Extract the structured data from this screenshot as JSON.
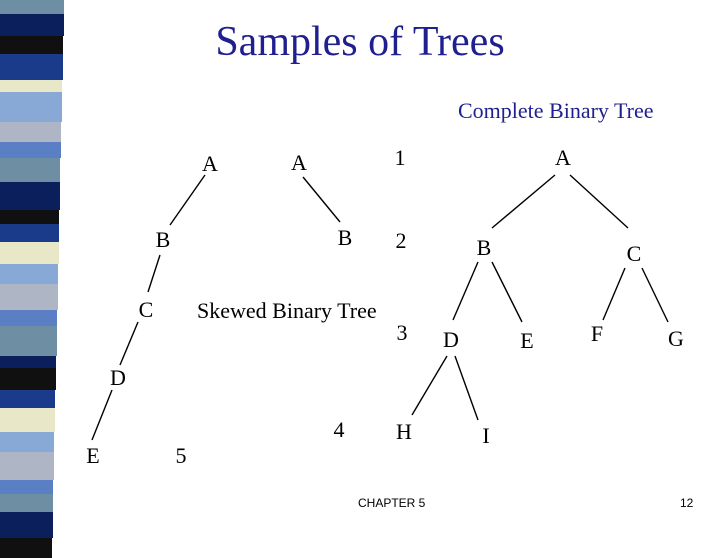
{
  "slide": {
    "title": "Samples of Trees",
    "subtitle_complete": "Complete Binary Tree",
    "subtitle_skewed": "Skewed Binary Tree",
    "footer_chapter": "CHAPTER 5",
    "footer_page": "12"
  },
  "skewed_tree": {
    "nodes": [
      "A",
      "B",
      "C",
      "D",
      "E"
    ]
  },
  "small_tree": {
    "nodes": [
      "A",
      "B"
    ]
  },
  "level_numbers": [
    "1",
    "2",
    "3",
    "4",
    "5"
  ],
  "complete_tree": {
    "nodes": [
      "A",
      "B",
      "C",
      "D",
      "E",
      "F",
      "G",
      "H",
      "I"
    ]
  },
  "colors": {
    "title": "#1f1f8f",
    "stripe": [
      "#6d8ea3",
      "#1a3a8a",
      "#aeb6c6",
      "#0a1f5c",
      "#e8e8c8",
      "#5a7fc4",
      "#101010",
      "#88a9d6"
    ]
  }
}
